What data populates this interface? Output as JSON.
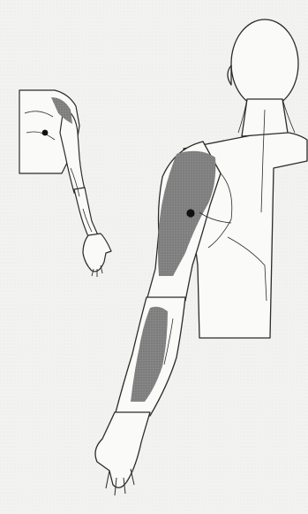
{
  "figure": {
    "panels": [
      {
        "view": "anterior"
      },
      {
        "view": "posterior"
      }
    ],
    "markers": [
      {
        "panel": "anterior",
        "shape": "dot"
      },
      {
        "panel": "posterior",
        "shape": "dot"
      }
    ],
    "colors": {
      "paper": "#f3f3f1",
      "line": "#2b2b2b",
      "skin": "#fafaf8",
      "pain_area": "#7d7d7d",
      "dot": "#111111"
    }
  }
}
